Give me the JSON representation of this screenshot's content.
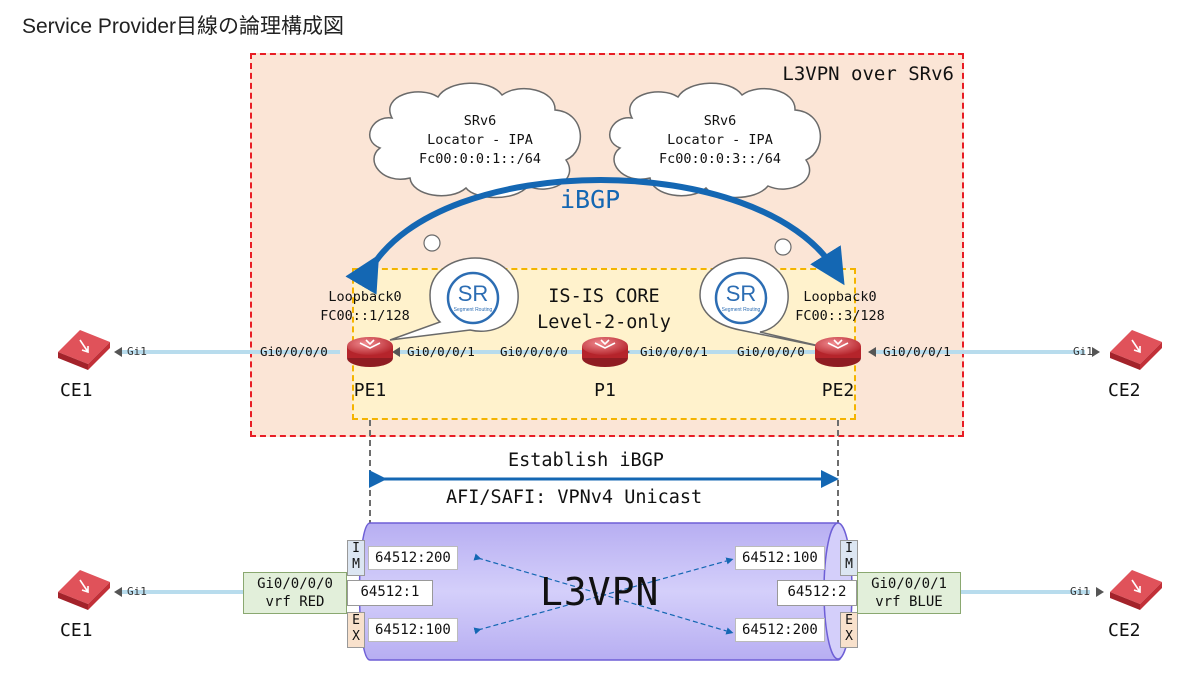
{
  "title": "Service Provider目線の論理構成図",
  "zone_label": "L3VPN over SRv6",
  "isis": {
    "line1": "IS-IS CORE",
    "line2": "Level-2-only"
  },
  "clouds": [
    {
      "line1": "SRv6",
      "line2": "Locator - IPA",
      "line3": "Fc00:0:0:1::/64"
    },
    {
      "line1": "SRv6",
      "line2": "Locator - IPA",
      "line3": "Fc00:0:0:3::/64"
    }
  ],
  "ibgp_label": "iBGP",
  "sr_logo": {
    "text": "SR",
    "subtext": "Segment Routing"
  },
  "loopbacks": [
    {
      "line1": "Loopback0",
      "line2": "FC00::1/128"
    },
    {
      "line1": "Loopback0",
      "line2": "FC00::3/128"
    }
  ],
  "routers": {
    "pe1": "PE1",
    "p1": "P1",
    "pe2": "PE2"
  },
  "interfaces": {
    "ce1_top": "Gi1",
    "pe1_left": "Gi0/0/0/0",
    "pe1_right": "Gi0/0/0/1",
    "p1_left": "Gi0/0/0/0",
    "p1_right": "Gi0/0/0/1",
    "pe2_left": "Gi0/0/0/0",
    "pe2_right": "Gi0/0/0/1",
    "ce2_top": "Gi1",
    "ce1_bottom": "Gi1",
    "ce2_bottom": "Gi1"
  },
  "ce_labels": {
    "ce1_top": "CE1",
    "ce2_top": "CE2",
    "ce1_bottom": "CE1",
    "ce2_bottom": "CE2"
  },
  "establish": {
    "line1": "Establish iBGP",
    "line2": "AFI/SAFI: VPNv4 Unicast"
  },
  "vpn": {
    "label": "L3VPN",
    "left_vrf": {
      "line1": "Gi0/0/0/0",
      "line2": "vrf RED",
      "rd": "64512:1",
      "import": "64512:200",
      "export": "64512:100"
    },
    "right_vrf": {
      "line1": "Gi0/0/0/1",
      "line2": "vrf BLUE",
      "rd": "64512:2",
      "import": "64512:100",
      "export": "64512:200"
    },
    "im": [
      "I",
      "M"
    ],
    "ex": [
      "E",
      "X"
    ]
  },
  "colors": {
    "zone_border": "#e81d25",
    "zone_fill": "#fbe5d6",
    "isis_border": "#f4b400",
    "isis_fill": "#fff2cc",
    "ibgp_arrow": "#1467b3",
    "router": "#d9363e",
    "tube": "#c9c3f5",
    "link": "#b8dced"
  }
}
